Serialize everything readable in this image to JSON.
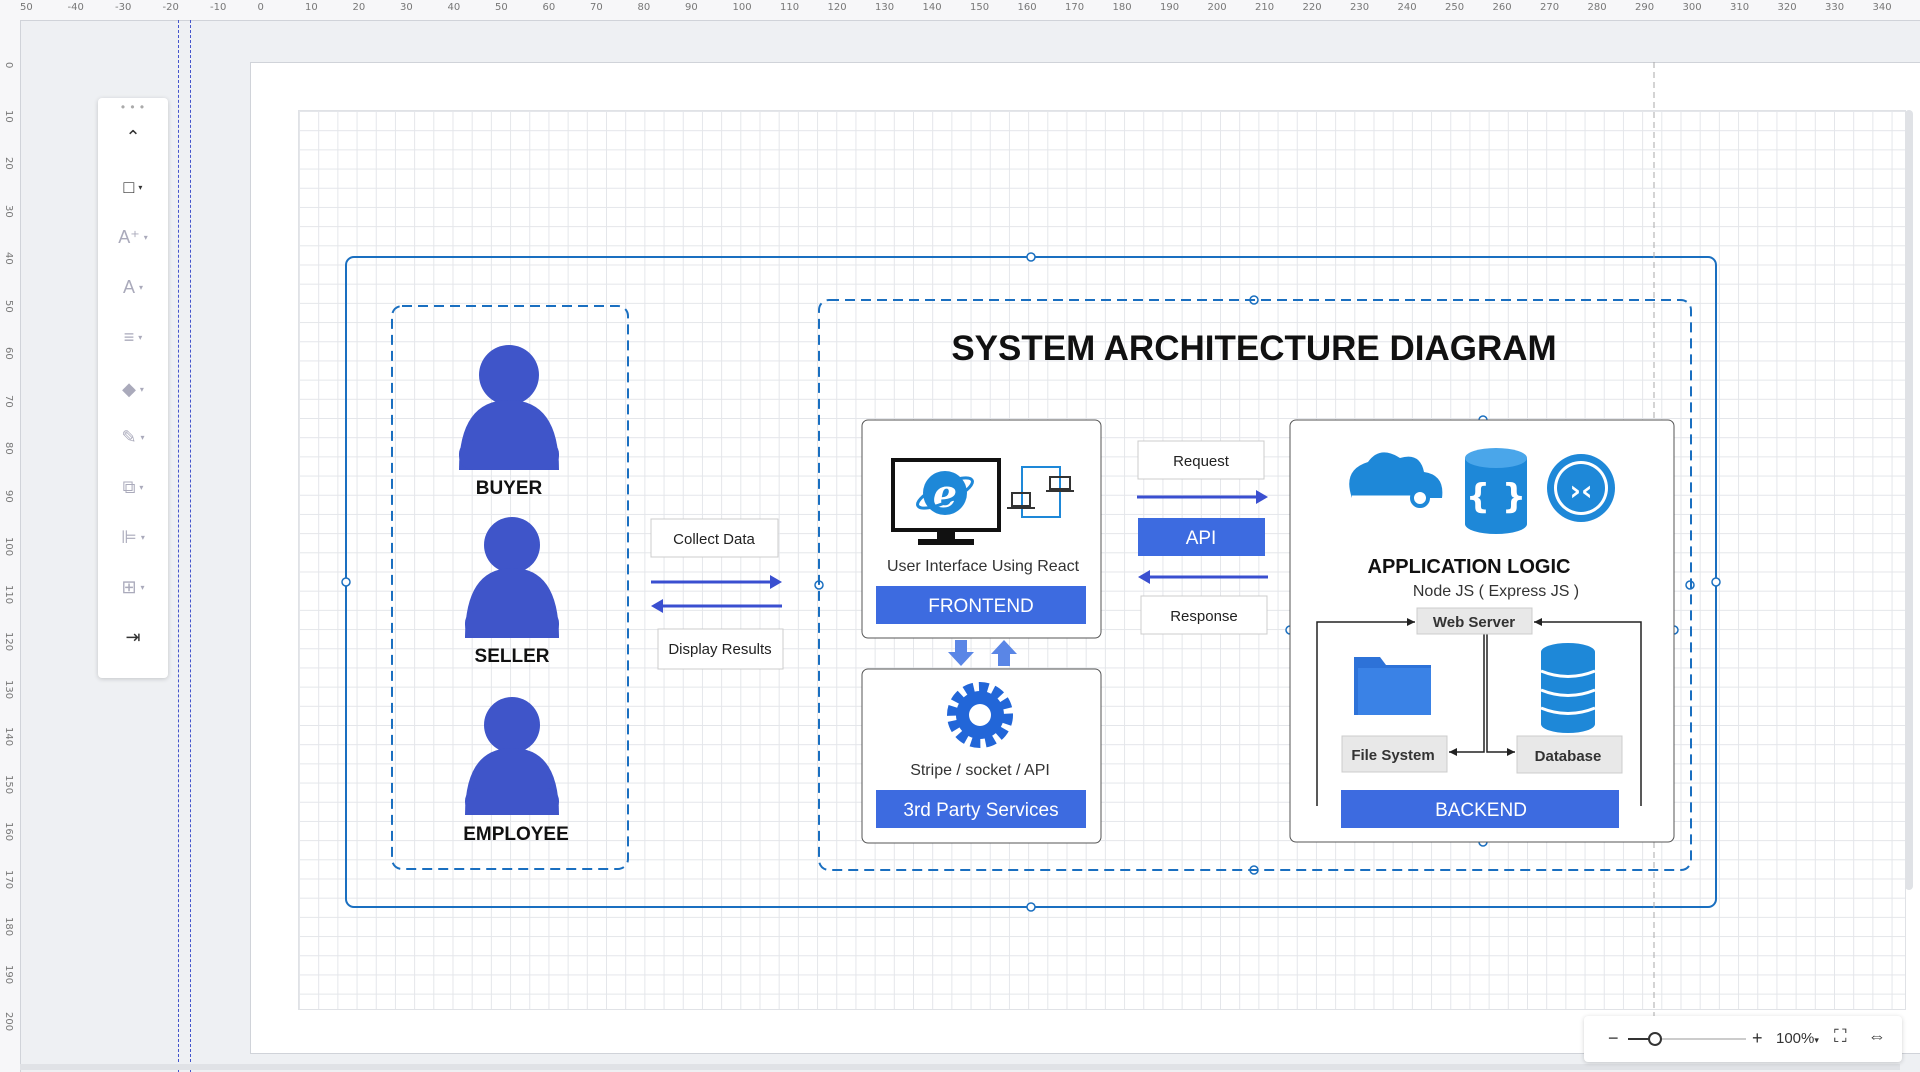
{
  "ruler": {
    "top": [
      "50",
      "-40",
      "-30",
      "-20",
      "-10",
      "0",
      "10",
      "20",
      "30",
      "40",
      "50",
      "60",
      "70",
      "80",
      "90",
      "100",
      "110",
      "120",
      "130",
      "140",
      "150",
      "160",
      "170",
      "180",
      "190",
      "200",
      "210",
      "220",
      "230",
      "240",
      "250",
      "260",
      "270",
      "280",
      "290",
      "300",
      "310",
      "320",
      "330",
      "340"
    ],
    "left": [
      "0",
      "10",
      "20",
      "30",
      "40",
      "50",
      "60",
      "70",
      "80",
      "90",
      "100",
      "110",
      "120",
      "130",
      "140",
      "150",
      "160",
      "170",
      "180",
      "190",
      "200"
    ]
  },
  "toolbar": {
    "items": [
      {
        "icon": "collapse-icon",
        "glyph": "⌃"
      },
      {
        "icon": "shape-icon",
        "glyph": "□"
      },
      {
        "icon": "text-size-icon",
        "glyph": "A⁺"
      },
      {
        "icon": "font-color-icon",
        "glyph": "A"
      },
      {
        "icon": "align-text-icon",
        "glyph": "≡"
      },
      {
        "icon": "fill-bucket-icon",
        "glyph": "◆"
      },
      {
        "icon": "line-color-icon",
        "glyph": "✎"
      },
      {
        "icon": "arrange-icon",
        "glyph": "⧉"
      },
      {
        "icon": "align-objects-icon",
        "glyph": "⊫"
      },
      {
        "icon": "distribute-icon",
        "glyph": "⊞"
      },
      {
        "icon": "exit-icon",
        "glyph": "⇥"
      }
    ]
  },
  "diagram": {
    "title": "SYSTEM ARCHITECTURE DIAGRAM",
    "actors": [
      "BUYER",
      "SELLER",
      "EMPLOYEE"
    ],
    "collect_data": "Collect Data",
    "display_results": "Display Results",
    "frontend": {
      "caption": "User Interface Using React",
      "label": "FRONTEND"
    },
    "third_party": {
      "caption": "Stripe / socket / API",
      "label": "3rd Party Services"
    },
    "request": "Request",
    "api": "API",
    "response": "Response",
    "backend": {
      "heading": "APPLICATION LOGIC",
      "subheading": "Node JS ( Express JS )",
      "web_server": "Web Server",
      "file_system": "File System",
      "database": "Database",
      "label": "BACKEND"
    }
  },
  "zoom": {
    "minus": "−",
    "plus": "+",
    "level": "100%",
    "caret": "▾"
  },
  "colors": {
    "accent": "#3d6be0",
    "person": "#3f55c9",
    "frame": "#1a6fc0",
    "icon_blue": "#1e88d8"
  }
}
